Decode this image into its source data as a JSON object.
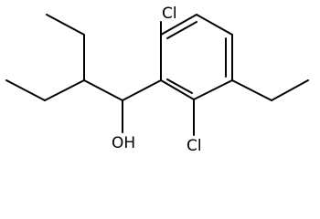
{
  "molecule": {
    "atom_labels": {
      "cl_top": "Cl",
      "cl_bottom": "Cl",
      "hydroxyl": "OH"
    },
    "colors": {
      "bond": "#000000",
      "label": "#000000",
      "background": "#ffffff"
    }
  }
}
